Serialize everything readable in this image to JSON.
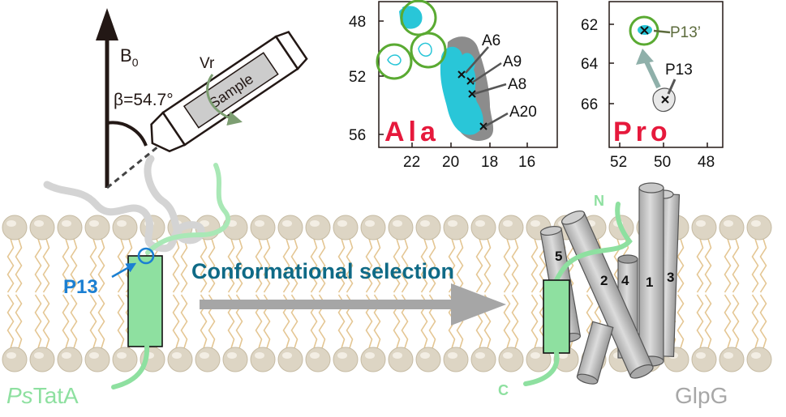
{
  "nmr": {
    "b0_label": "B",
    "b0_subscript": "0",
    "angle_label": "β=54.7°",
    "spin_label": "Vr",
    "rotor_label": "Sample"
  },
  "ala_spectrum": {
    "residue": "Ala",
    "y_ticks": [
      "48",
      "52",
      "56"
    ],
    "x_ticks": [
      "22",
      "20",
      "18",
      "16"
    ],
    "peaks": [
      "A6",
      "A9",
      "A8",
      "A20"
    ]
  },
  "pro_spectrum": {
    "residue": "Pro",
    "y_ticks": [
      "62",
      "64",
      "66"
    ],
    "x_ticks": [
      "52",
      "50",
      "48"
    ],
    "peaks": [
      "P13’",
      "P13"
    ]
  },
  "membrane": {
    "process_label": "Conformational selection",
    "residue_marker": "P13",
    "left_protein_italic": "Ps",
    "left_protein_rest": "TatA",
    "right_protein": "GlpG",
    "n_terminus": "N",
    "c_terminus": "C",
    "helix_numbers": [
      "5",
      "2",
      "4",
      "1",
      "3"
    ]
  },
  "colors": {
    "arrow_dark": "#231815",
    "cyan": "#29c6d8",
    "green_circle": "#5aaa32",
    "red_title": "#e6193c",
    "tata_green": "#8ee0a0",
    "p13_blue": "#1b7fd2",
    "teal_title": "#0f6a86",
    "olive": "#5c6b3c",
    "gray_text": "#a7a7a7"
  }
}
